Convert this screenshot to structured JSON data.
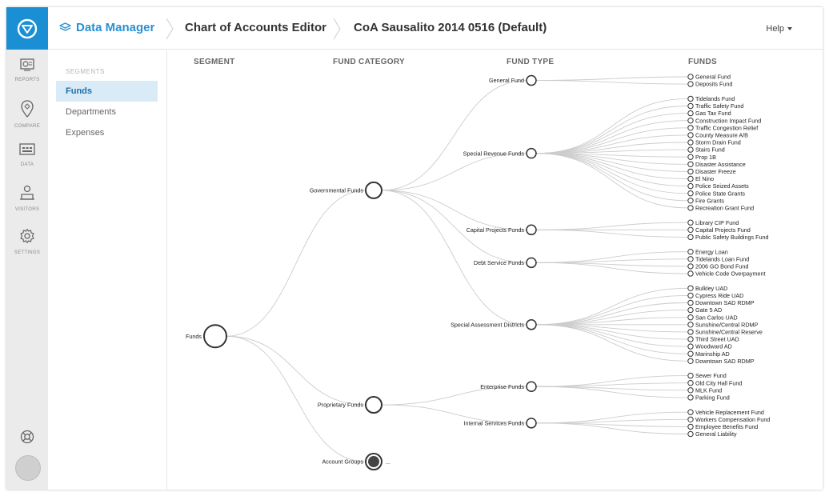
{
  "header": {
    "brand": "Data Manager",
    "crumb1": "Chart of Accounts Editor",
    "crumb2": "CoA Sausalito 2014 0516 (Default)",
    "help": "Help"
  },
  "rail": {
    "items": [
      {
        "label": "REPORTS",
        "icon": "reports-icon"
      },
      {
        "label": "COMPARE",
        "icon": "compare-icon"
      },
      {
        "label": "DATA",
        "icon": "data-icon"
      },
      {
        "label": "VISITORS",
        "icon": "visitors-icon"
      },
      {
        "label": "SETTINGS",
        "icon": "gear-icon"
      }
    ]
  },
  "segments": {
    "heading": "SEGMENTS",
    "items": [
      {
        "label": "Funds",
        "active": true
      },
      {
        "label": "Departments",
        "active": false
      },
      {
        "label": "Expenses",
        "active": false
      }
    ]
  },
  "columns": {
    "segment": "SEGMENT",
    "category": "FUND CATEGORY",
    "type": "FUND TYPE",
    "funds": "FUNDS"
  },
  "tree": {
    "root": "Funds",
    "categories": [
      {
        "name": "Governmental Funds",
        "types": [
          {
            "name": "General Fund",
            "funds": [
              "General Fund",
              "Deposits Fund"
            ]
          },
          {
            "name": "Special Revenue Funds",
            "funds": [
              "Tidelands Fund",
              "Traffic Safety Fund",
              "Gas Tax Fund",
              "Construction Impact Fund",
              "Traffic Congestion Relief",
              "County Measure A/B",
              "Storm Drain Fund",
              "Stairs Fund",
              "Prop 1B",
              "Disaster Assistance",
              "Disaster Freeze",
              "El Nino",
              "Police Seized Assets",
              "Police State Grants",
              "Fire Grants",
              "Recreation Grant Fund"
            ]
          },
          {
            "name": "Capital Projects Funds",
            "funds": [
              "Library CIP Fund",
              "Capital Projects Fund",
              "Public Safety Buildings Fund"
            ]
          },
          {
            "name": "Debt Service Funds",
            "funds": [
              "Energy Loan",
              "Tidelands Loan Fund",
              "2006 GO Bond Fund",
              "Vehicle Code Overpayment"
            ]
          },
          {
            "name": "Special Assessment Districts",
            "funds": [
              "Bulkley UAD",
              "Cypress Ride UAD",
              "Downtown SAD RDMP",
              "Gate 5 AD",
              "San Carlos UAD",
              "Sunshine/Central RDMP",
              "Sunshine/Central Reserve",
              "Third Street UAD",
              "Woodward AD",
              "Marinship AD",
              "Downtown SAD RDMP"
            ]
          }
        ]
      },
      {
        "name": "Proprietary Funds",
        "types": [
          {
            "name": "Enterprise Funds",
            "funds": [
              "Sewer Fund",
              "Old City Hall Fund",
              "MLK Fund",
              "Parking Fund"
            ]
          },
          {
            "name": "Internal Services Funds",
            "funds": [
              "Vehicle Replacement Fund",
              "Workers Compensation Fund",
              "Employee Benefits Fund",
              "General Liability"
            ]
          }
        ]
      },
      {
        "name": "Account Groups",
        "collapsed": true,
        "more": "...",
        "types": []
      }
    ]
  },
  "colors": {
    "accent": "#1a8fd3",
    "link": "#2a8fd0",
    "active_bg": "#d8ebf7",
    "rail_bg": "#ebebeb",
    "tree_link": "#cccccc"
  }
}
